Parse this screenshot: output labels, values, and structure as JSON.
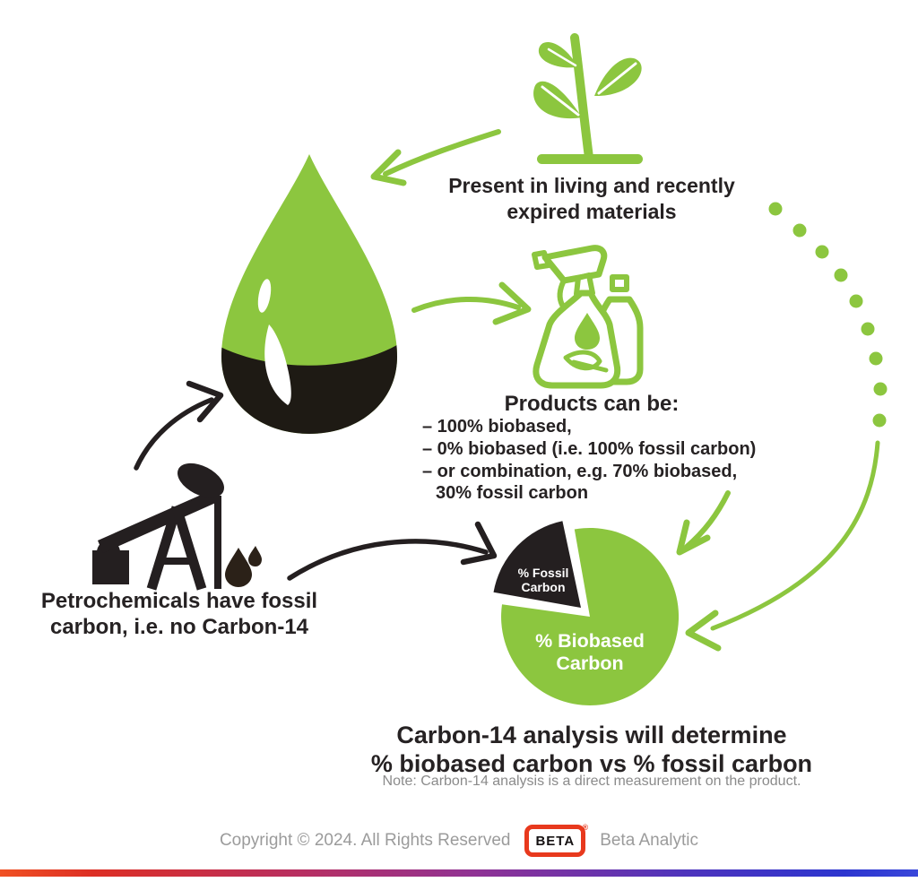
{
  "colors": {
    "green": "#8CC63F",
    "icon_black": "#241F20",
    "text_dark": "#262223",
    "note_gray": "#8B8B8B",
    "footer_gray": "#9B9B9B",
    "logo_red": "#E8391D",
    "oil_drop_brown": "#2B2118",
    "gradient_left": "#E73B1E",
    "gradient_mid": "#8F3295",
    "gradient_right": "#2C35CF"
  },
  "plant_caption": {
    "line1": "Present in living and recently",
    "line2": "expired materials"
  },
  "products": {
    "heading": "Products can be:",
    "items": [
      "– 100% biobased,",
      "– 0% biobased (i.e. 100% fossil carbon)",
      "– or combination, e.g. 70% biobased,",
      "30% fossil carbon"
    ]
  },
  "petro_caption": {
    "line1": "Petrochemicals have fossil",
    "line2": "carbon, i.e. no Carbon-14"
  },
  "pie": {
    "fossil_line1": "% Fossil",
    "fossil_line2": "Carbon",
    "biobased_line1": "% Biobased",
    "biobased_line2": "Carbon"
  },
  "chart_data": {
    "type": "pie",
    "slices": [
      {
        "label": "% Biobased Carbon",
        "value_pct": 81,
        "color": "#8CC63F",
        "exploded": false
      },
      {
        "label": "% Fossil Carbon",
        "value_pct": 19,
        "color": "#241F20",
        "exploded": true
      }
    ],
    "title": "Carbon-14 analysis will determine % biobased carbon vs % fossil carbon",
    "legend_position": "labels-inside"
  },
  "conclusion": {
    "line1": "Carbon-14 analysis will determine",
    "line2": "% biobased carbon vs % fossil carbon",
    "note": "Note: Carbon-14 analysis is a direct measurement on the product."
  },
  "footer": {
    "copyright": "Copyright © 2024. All Rights Reserved",
    "logo_text": "BETA",
    "logo_tm": "®",
    "brand": "Beta Analytic"
  }
}
